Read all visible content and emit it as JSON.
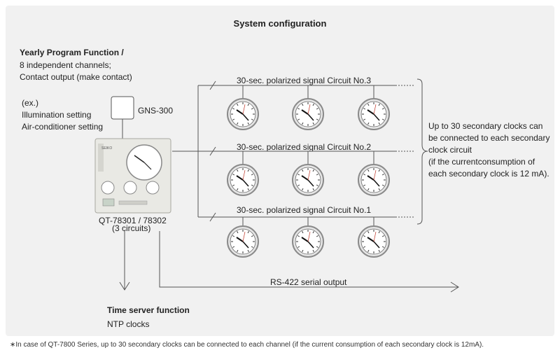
{
  "title": "System configuration",
  "yearly": {
    "heading": "Yearly Program Function /",
    "line1": "8 independent channels;",
    "line2": "Contact output (make contact)"
  },
  "example": {
    "line1": "(ex.)",
    "line2": "Illumination setting",
    "line3": "Air-conditioner setting"
  },
  "gns_label": "GNS-300",
  "master": {
    "model": "QT-78301 / 78302",
    "circuits": "(3 circuits)",
    "brand": "SEIKO"
  },
  "circuits": [
    {
      "label": "30-sec. polarized signal   Circuit No.3"
    },
    {
      "label": "30-sec. polarized signal   Circuit No.2"
    },
    {
      "label": "30-sec. polarized signal   Circuit No.1"
    }
  ],
  "note": {
    "line1": "Up to 30 secondary clocks can",
    "line2": "be connected to each secondary",
    "line3": "clock circuit",
    "line4": "(if the currentconsumption of",
    "line5": "each secondary clock is 12 mA)."
  },
  "rs422_label": "RS-422 serial output",
  "time_server": {
    "heading": "Time server function",
    "sub": "NTP clocks"
  },
  "footnote": "∗In case of QT-7800 Series, up to 30 secondary clocks can be connected to each channel (if the current consumption of each secondary clock is 12mA)."
}
